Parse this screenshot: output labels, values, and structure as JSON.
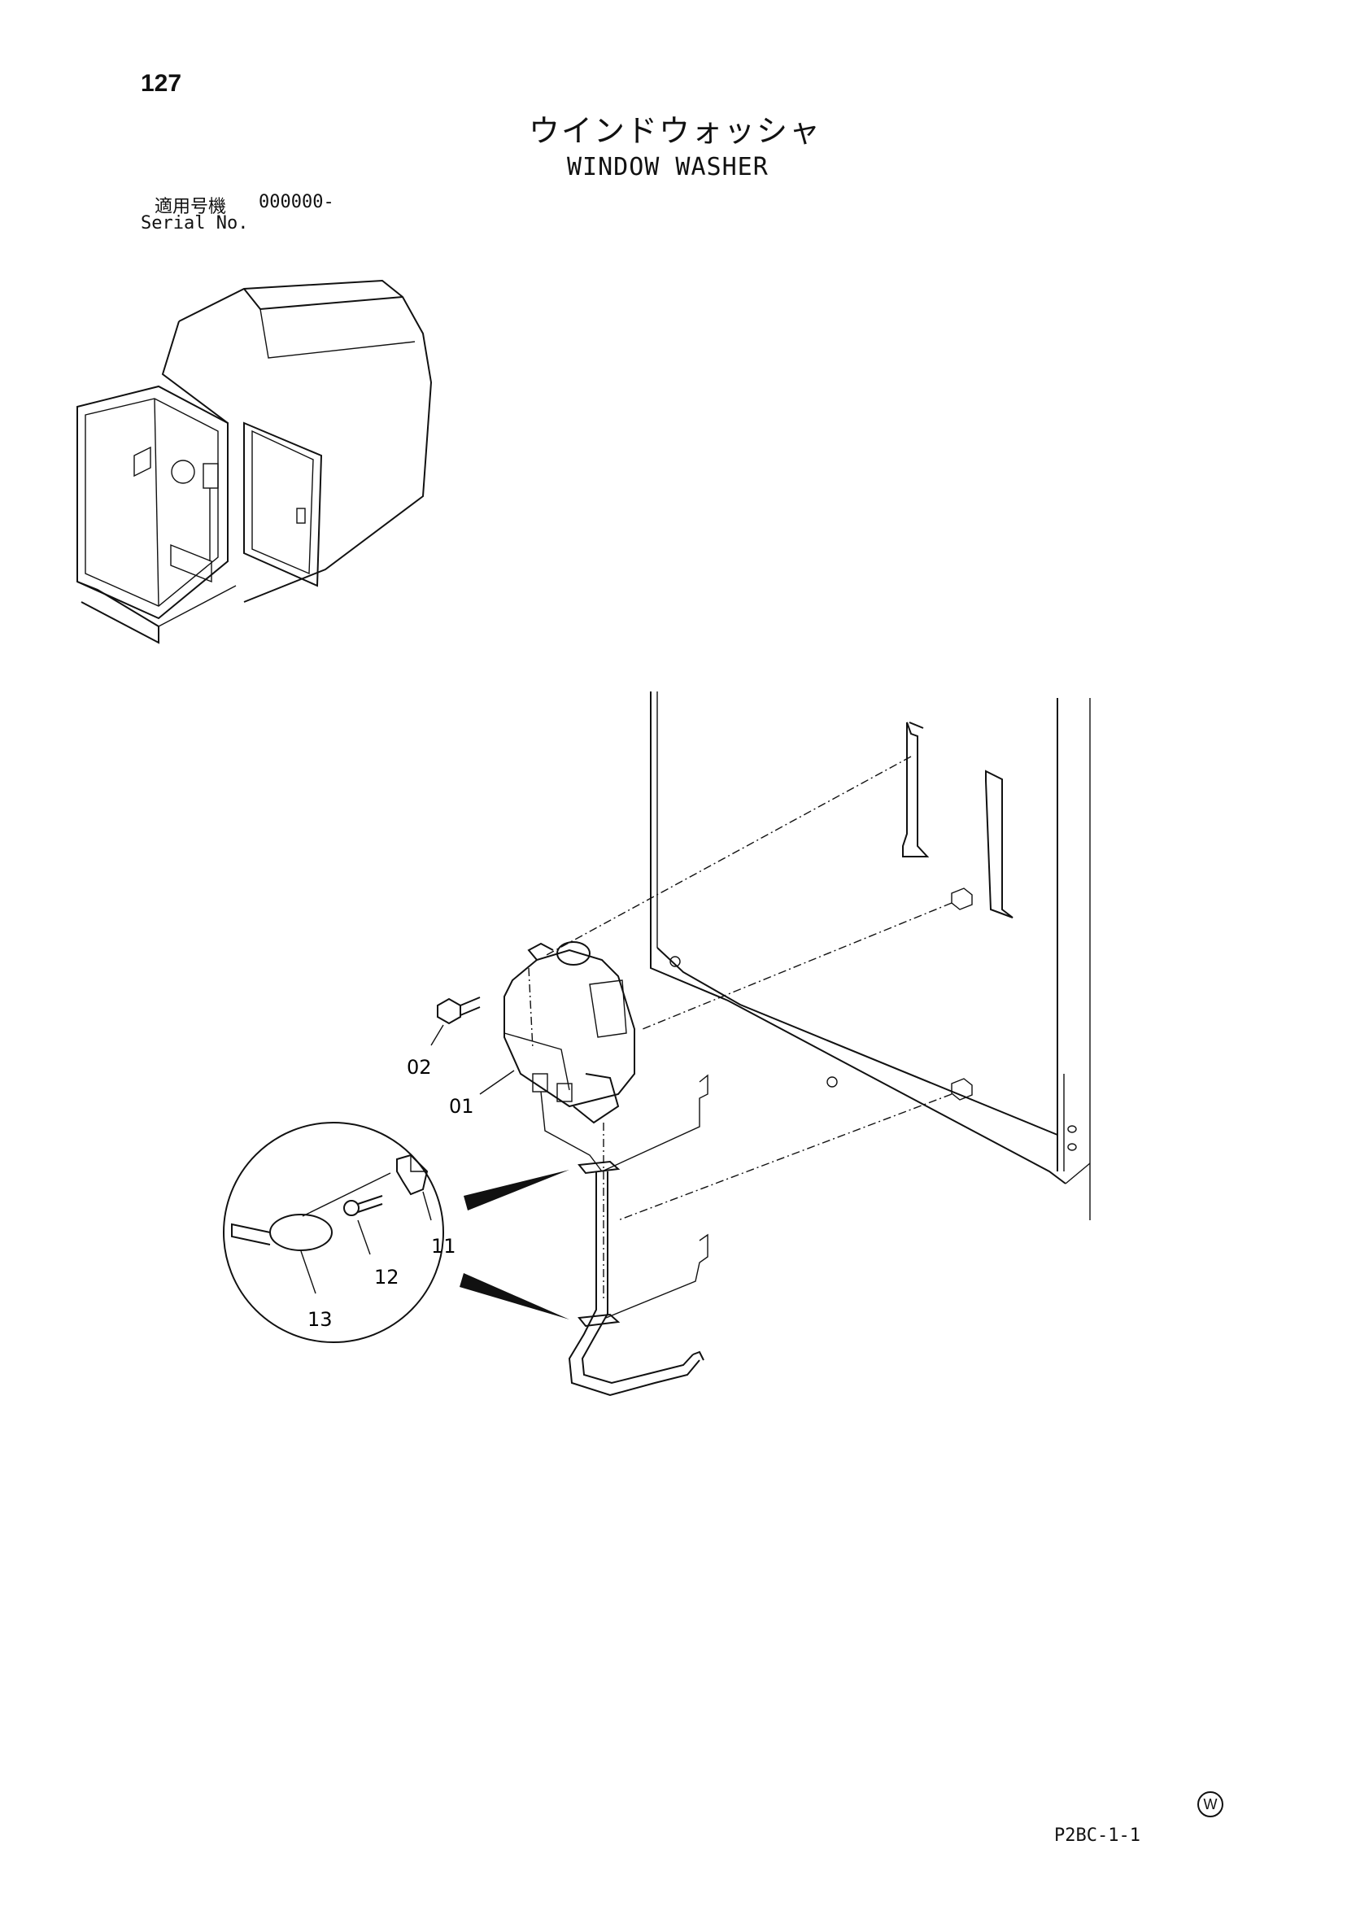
{
  "header": {
    "page_number": "127",
    "title_ja": "ウインドウォッシャ",
    "title_en": "WINDOW WASHER",
    "serial_label_ja": "適用号機",
    "serial_range": "000000-",
    "serial_label_en": "Serial No."
  },
  "callouts": {
    "p01": "01",
    "p02": "02",
    "p11": "11",
    "p12": "12",
    "p13": "13"
  },
  "footer": {
    "badge": "W",
    "doc_code": "P2BC-1-1"
  }
}
